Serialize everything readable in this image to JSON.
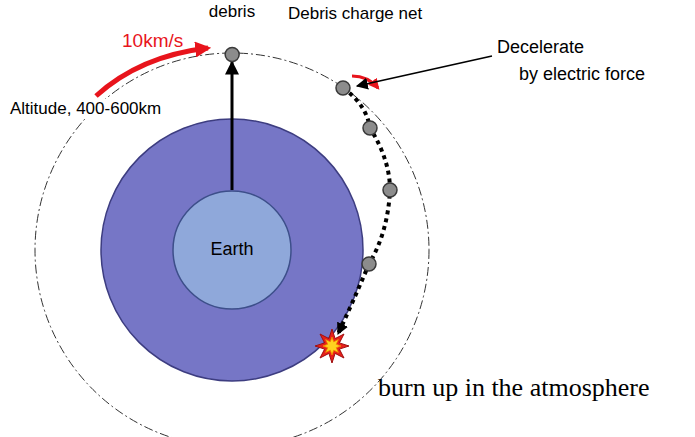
{
  "diagram": {
    "nodes": [
      {
        "text": [
          "debris"
        ]
      },
      {
        "text": [
          "Debris charge net"
        ]
      },
      {
        "text": [
          "Earth"
        ]
      }
    ],
    "edges": [
      {
        "from": 2,
        "to": 0,
        "arrow": "to"
      }
    ],
    "labels": [
      "10km/s",
      "Altitude, 400-600km",
      "Decelerate by electric force",
      "burn up in the atmosphere"
    ]
  }
}
